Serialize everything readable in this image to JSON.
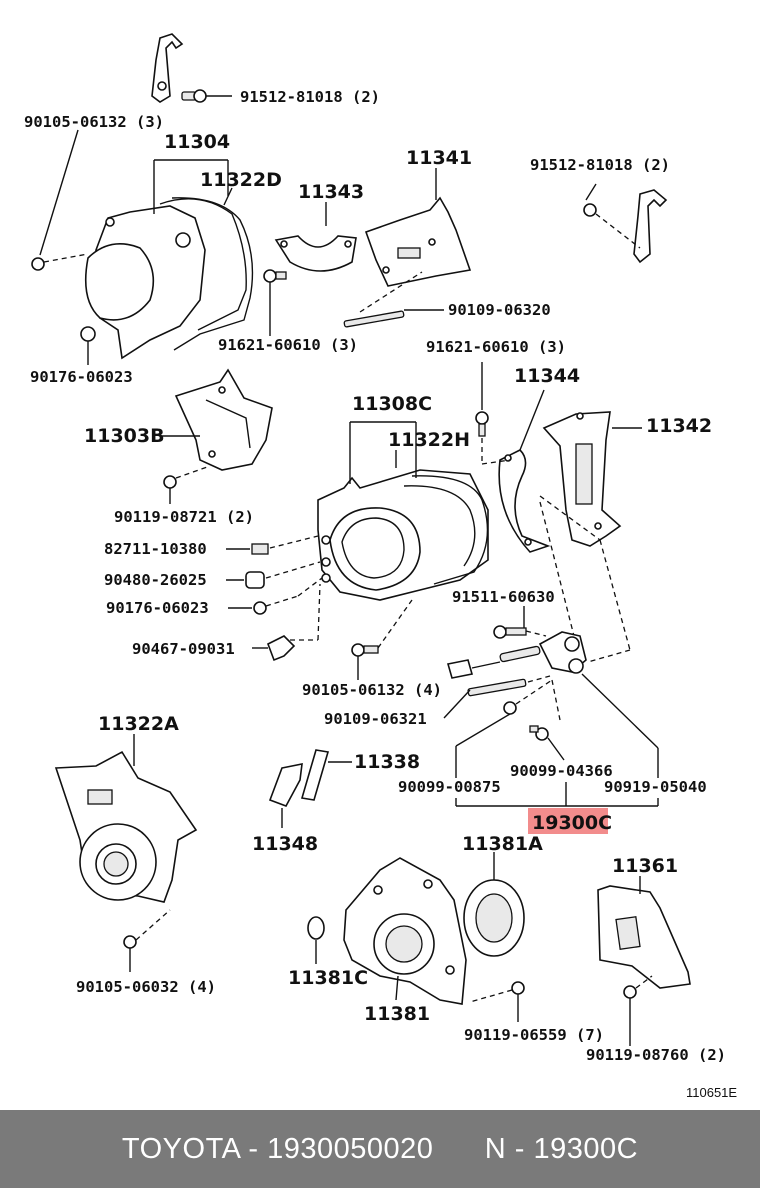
{
  "labels": {
    "p_91512_81018_a": "91512-81018 (2)",
    "p_90105_06132_3": "90105-06132 (3)",
    "p_11304": "11304",
    "p_11322D": "11322D",
    "p_11341": "11341",
    "p_91512_81018_b": "91512-81018 (2)",
    "p_11343": "11343",
    "p_90109_06320": "90109-06320",
    "p_91621_60610_a": "91621-60610 (3)",
    "p_91621_60610_b": "91621-60610 (3)",
    "p_90176_06023_a": "90176-06023",
    "p_11344": "11344",
    "p_11308C": "11308C",
    "p_11303B": "11303B",
    "p_11322H": "11322H",
    "p_11342": "11342",
    "p_90119_08721": "90119-08721 (2)",
    "p_82711_10380": "82711-10380",
    "p_90480_26025": "90480-26025",
    "p_90176_06023_b": "90176-06023",
    "p_91511_60630": "91511-60630",
    "p_90467_09031": "90467-09031",
    "p_90105_06132_4": "90105-06132 (4)",
    "p_90109_06321": "90109-06321",
    "p_11322A": "11322A",
    "p_11338": "11338",
    "p_90099_04366": "90099-04366",
    "p_90099_00875": "90099-00875",
    "p_90919_05040": "90919-05040",
    "p_11348": "11348",
    "p_19300C": "19300C",
    "p_11381A": "11381A",
    "p_11361": "11361",
    "p_11381C": "11381C",
    "p_11381": "11381",
    "p_90119_06559": "90119-06559 (7)",
    "p_90105_06032": "90105-06032 (4)",
    "p_90119_08760": "90119-08760 (2)",
    "sheet_id": "110651E"
  },
  "highlight_color": "#f28c8c",
  "footer": {
    "text": "TOYOTA - 1930050020      N - 19300C"
  }
}
